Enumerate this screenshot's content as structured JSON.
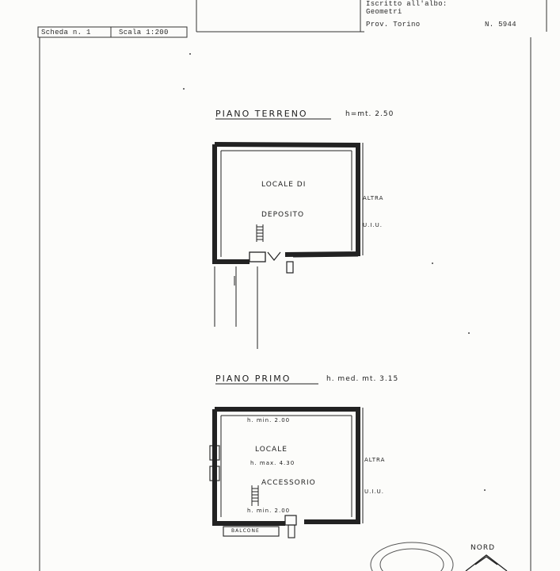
{
  "header": {
    "registry_line1": "Iscritto all'albo:",
    "registry_line2": "Geometri",
    "province": "Prov. Torino",
    "number": "N.  5944",
    "scheda": "Scheda n. 1",
    "scala": "Scala 1:200"
  },
  "ground_floor": {
    "title": "PIANO TERRENO",
    "height": "h=mt. 2.50",
    "room_line1": "LOCALE  DI",
    "room_line2": "DEPOSITO",
    "neighbor_label": "ALTRA",
    "neighbor_sub": "U.I.U."
  },
  "first_floor": {
    "title": "PIANO PRIMO",
    "height": "h. med. mt. 3.15",
    "h_min_top": "h. min. 2.00",
    "room_line1": "LOCALE",
    "h_max": "h. max. 4.30",
    "room_line2": "ACCESSORIO",
    "h_min_bottom": "h. min. 2.00",
    "balcony": "BALCONE",
    "neighbor_label": "ALTRA",
    "neighbor_sub": "U.I.U."
  },
  "compass": {
    "label": "NORD"
  },
  "colors": {
    "ink": "#2a2a2a",
    "paper": "#fcfcfa"
  }
}
